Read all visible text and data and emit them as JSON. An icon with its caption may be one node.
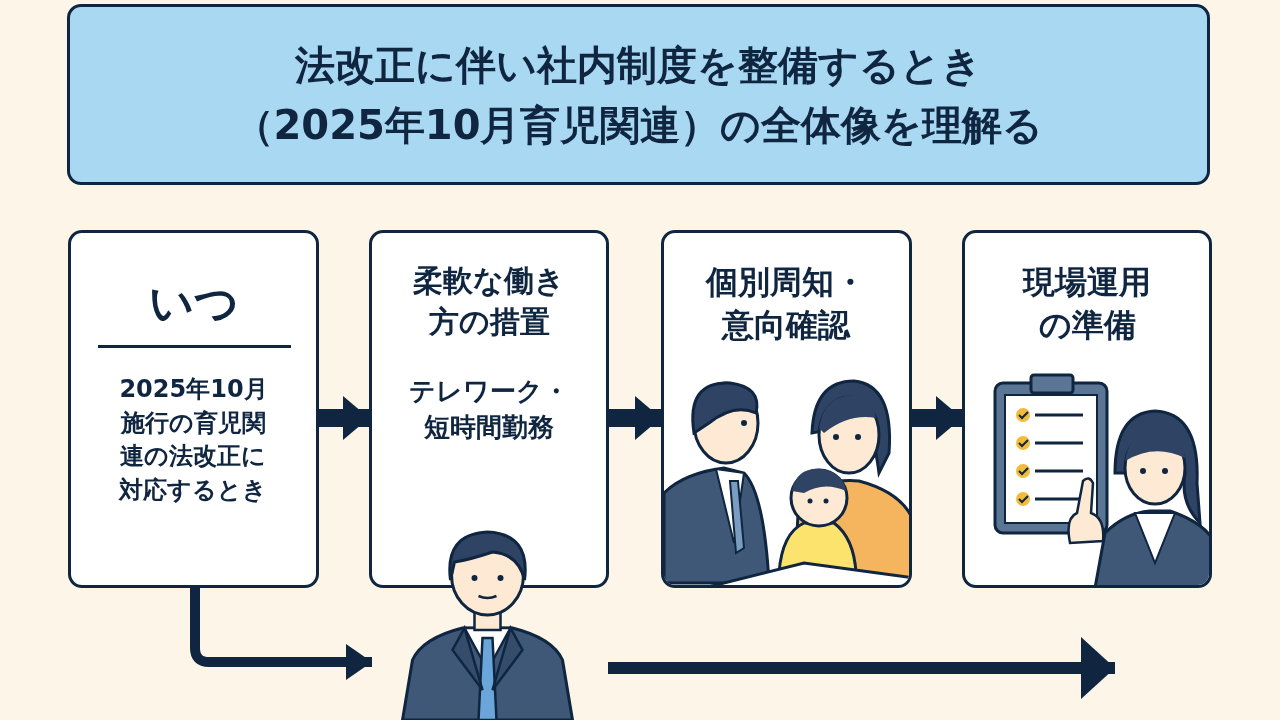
{
  "diagram": {
    "title": "法改正に伴い社内制度を整備するとき（2025年10月育児関連）の全体像を理解る",
    "nodes": [
      {
        "text": [
          "いつ",
          "2025年10月施行の育児関連の法改正に対応するとき"
        ]
      },
      {
        "text": [
          "柔軟な働き方の措置",
          "テレワーク・短時間勤務"
        ]
      },
      {
        "text": [
          "個別周知・意向確認"
        ]
      },
      {
        "text": [
          "現場運用の準備"
        ]
      },
      {
        "text": [],
        "shape": "person"
      }
    ],
    "edges": [
      {
        "from": 0,
        "to": 1,
        "arrow": "to"
      },
      {
        "from": 1,
        "to": 2,
        "arrow": "to"
      },
      {
        "from": 2,
        "to": 3,
        "arrow": "to"
      },
      {
        "from": 0,
        "to": 4,
        "arrow": "to"
      },
      {
        "from": 4,
        "to": null,
        "arrow": "to"
      }
    ]
  }
}
